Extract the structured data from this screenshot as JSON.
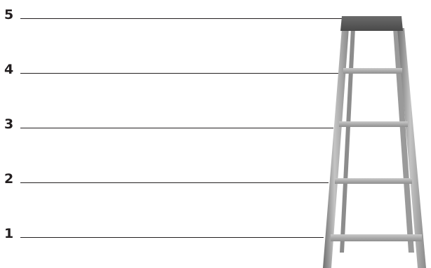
{
  "levels": [
    {
      "label": "5"
    },
    {
      "label": "4"
    },
    {
      "label": "3"
    },
    {
      "label": "2"
    },
    {
      "label": "1"
    }
  ],
  "colors": {
    "line": "#231f20",
    "text": "#231f20",
    "ladder_top": "#5a5a5a",
    "ladder_rail_dark": "#6f6f6f",
    "ladder_rail_light": "#b9b9b9",
    "ladder_rung": "#a9a9a9"
  },
  "ladder": {
    "step_count": 5,
    "icon": "ladder-icon"
  }
}
